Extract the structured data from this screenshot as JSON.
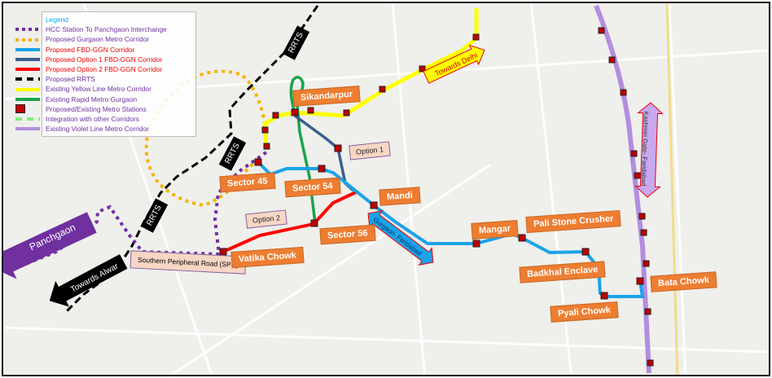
{
  "legend": {
    "title": "Legend",
    "items": [
      {
        "label": "HCC Station To Panchgaon Interchange",
        "color": "#7030a0",
        "style": "dotted"
      },
      {
        "label": "Proposed Gurgaon Metro Corridor",
        "color": "#f5b400",
        "style": "dotted"
      },
      {
        "label": "Proposed FBD-GGN Corridor",
        "color": "#1aa3e8",
        "style": "solid"
      },
      {
        "label": "Proposed Option 1 FBD-GGN Corridor",
        "color": "#3a5f8f",
        "style": "solid"
      },
      {
        "label": "Proposed Option 2 FBD-GGN Corridor",
        "color": "#ff0000",
        "style": "solid"
      },
      {
        "label": "Proposed RRTS",
        "color": "#000000",
        "style": "dashed"
      },
      {
        "label": "Existing Yellow Line Metro  Corridor",
        "color": "#ffff00",
        "style": "solid"
      },
      {
        "label": "Existing Rapid Metro Gurgaon",
        "color": "#1aa34a",
        "style": "solid"
      },
      {
        "label": "Proposed/Existing Metro Stations",
        "color": "#c00000",
        "style": "station"
      },
      {
        "label": "Integration with other Corridors",
        "color": "#7cf07c",
        "style": "dashed"
      },
      {
        "label": "Existing Violet Line Metro  Corridor",
        "color": "#b28ee0",
        "style": "solid"
      }
    ]
  },
  "stations": {
    "sikandarpur": "Sikandarpur",
    "sector45": "Sector 45",
    "sector54": "Sector 54",
    "mandi": "Mandi",
    "sector56": "Sector 56",
    "vatika": "Vatika Chowk",
    "mangar": "Mangar",
    "pali": "Pali Stone Crusher",
    "badkhal": "Badkhal Enclave",
    "pyali": "Pyali Chowk",
    "bata": "Bata Chowk"
  },
  "options": {
    "option1": "Option 1",
    "option2": "Option 2"
  },
  "annotations": {
    "spr": "Southern Peripheral Road (SPR)",
    "rrts": "RRTS",
    "panchgaon": "Panchgaon",
    "alwar": "Towards Alwar",
    "delhi": "Towards Delhi",
    "gurgaon_faridabad": "Gurgaon- Faridabad",
    "kashmiri_gate": "Kashmiri Gate- Faridabad"
  }
}
